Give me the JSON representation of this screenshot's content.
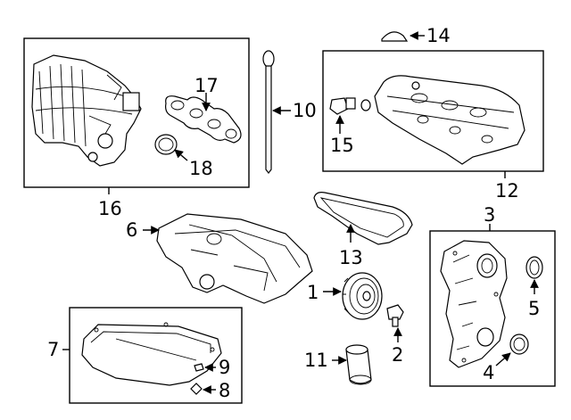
{
  "diagram": {
    "labels": {
      "p1": "1",
      "p2": "2",
      "p3": "3",
      "p4": "4",
      "p5": "5",
      "p6": "6",
      "p7": "7",
      "p8": "8",
      "p9": "9",
      "p10": "10",
      "p11": "11",
      "p12": "12",
      "p13": "13",
      "p14": "14",
      "p15": "15",
      "p16": "16",
      "p17": "17",
      "p18": "18"
    }
  }
}
